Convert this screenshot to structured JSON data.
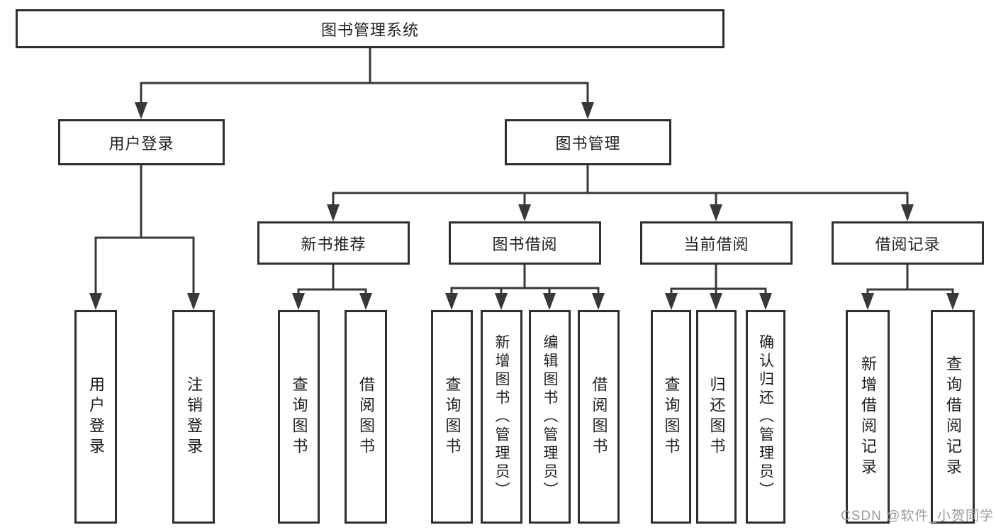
{
  "diagram": {
    "root": {
      "label": "图书管理系统"
    },
    "login": {
      "label": "用户登录",
      "children": [
        "用户登录",
        "注销登录"
      ]
    },
    "management": {
      "label": "图书管理"
    },
    "newbook": {
      "label": "新书推荐",
      "children": [
        "查询图书",
        "借阅图书"
      ]
    },
    "borrow": {
      "label": "图书借阅",
      "children": [
        "查询图书",
        "新增图书（管理员）",
        "编辑图书（管理员）",
        "借阅图书"
      ]
    },
    "current": {
      "label": "当前借阅",
      "children": [
        "查询图书",
        "归还图书",
        "确认归还（管理员）"
      ]
    },
    "records": {
      "label": "借阅记录",
      "children": [
        "新增借阅记录",
        "查询借阅记录"
      ]
    }
  },
  "watermark": "CSDN @软件_小贺同学",
  "colors": {
    "line": "#383838",
    "border": "#2f2f2f",
    "text": "#1f1f1f",
    "watermark": "#9c9c9c",
    "background": "#ffffff"
  }
}
